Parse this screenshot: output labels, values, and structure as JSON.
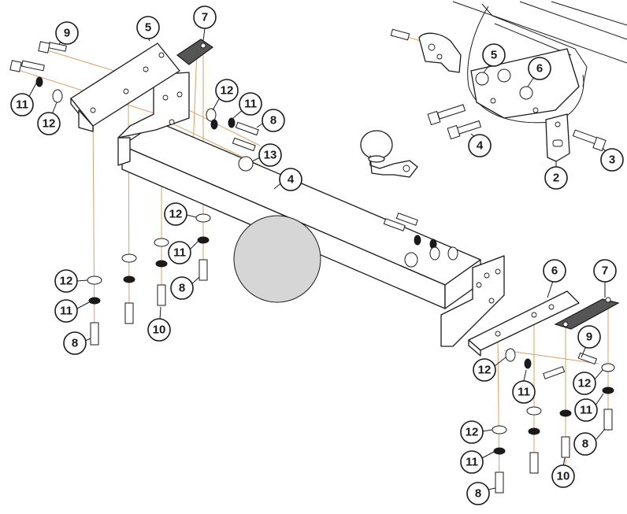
{
  "colors": {
    "assembly_line": "#d9a066",
    "part_outline": "#1a1a1a",
    "plate_fill": "#555555",
    "circle_fill": "#d6d6d6"
  },
  "callouts": [
    {
      "id": "c1",
      "label": "9"
    },
    {
      "id": "c2",
      "label": "5"
    },
    {
      "id": "c3",
      "label": "7"
    },
    {
      "id": "c4",
      "label": "11"
    },
    {
      "id": "c5",
      "label": "12"
    },
    {
      "id": "c6",
      "label": "12"
    },
    {
      "id": "c7",
      "label": "11"
    },
    {
      "id": "c8",
      "label": "8"
    },
    {
      "id": "c9",
      "label": "13"
    },
    {
      "id": "c10",
      "label": "4"
    },
    {
      "id": "c11",
      "label": "12"
    },
    {
      "id": "c12",
      "label": "11"
    },
    {
      "id": "c13",
      "label": "8"
    },
    {
      "id": "c14",
      "label": "12"
    },
    {
      "id": "c15",
      "label": "11"
    },
    {
      "id": "c16",
      "label": "8"
    },
    {
      "id": "c17",
      "label": "10"
    },
    {
      "id": "c18",
      "label": "5"
    },
    {
      "id": "c19",
      "label": "6"
    },
    {
      "id": "c20",
      "label": "4"
    },
    {
      "id": "c21",
      "label": "3"
    },
    {
      "id": "c22",
      "label": "2"
    },
    {
      "id": "c23",
      "label": "6"
    },
    {
      "id": "c24",
      "label": "7"
    },
    {
      "id": "c25",
      "label": "9"
    },
    {
      "id": "c26",
      "label": "12"
    },
    {
      "id": "c27",
      "label": "11"
    },
    {
      "id": "c28",
      "label": "12"
    },
    {
      "id": "c29",
      "label": "11"
    },
    {
      "id": "c30",
      "label": "12"
    },
    {
      "id": "c31",
      "label": "11"
    },
    {
      "id": "c32",
      "label": "8"
    },
    {
      "id": "c33",
      "label": "8"
    },
    {
      "id": "c34",
      "label": "10"
    }
  ]
}
